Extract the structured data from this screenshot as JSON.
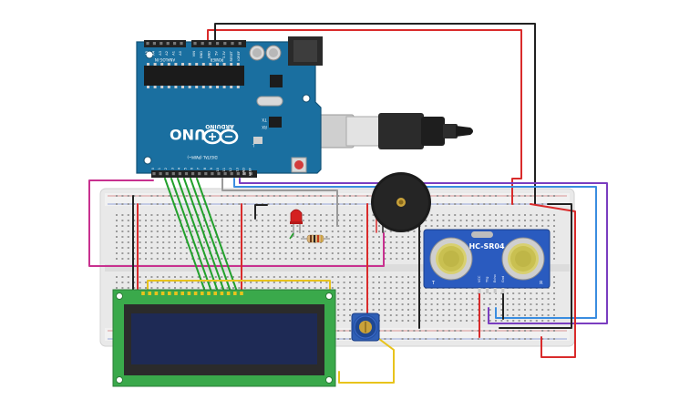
{
  "arduino": {
    "model": "UNO",
    "brand": "ARDUINO",
    "header_analog": "ANALOG IN",
    "header_power": "POWER",
    "header_digital": "DIGITAL (PWM~)",
    "tx_label": "TX",
    "rx_label": "RX",
    "led_label": "L",
    "analog_pins": [
      "A5",
      "A4",
      "A3",
      "A2",
      "A1",
      "A0"
    ],
    "power_pins": [
      "VIN",
      "GND",
      "GND",
      "5V",
      "3.3V",
      "RESET",
      "IOREF"
    ],
    "digital_pins": [
      "0",
      "1",
      "2",
      "3",
      "4",
      "5",
      "6",
      "7",
      "8",
      "9",
      "10",
      "11",
      "12",
      "13",
      "GND",
      "AREF"
    ]
  },
  "sensor": {
    "model": "HC-SR04",
    "pins": [
      "VCC",
      "Trig",
      "Echo",
      "Gnd"
    ],
    "t_label": "T",
    "r_label": "R"
  },
  "colors": {
    "board_blue": "#1a6fa0",
    "breadboard": "#ececec",
    "lcd_green": "#3aa94b",
    "lcd_screen": "#1e2a55",
    "wire_red": "#d92b2b",
    "wire_black": "#222222",
    "wire_green": "#22a02c",
    "wire_purple": "#7a3dc0",
    "wire_blue": "#3a8de0",
    "wire_magenta": "#c8318f",
    "wire_yellow": "#e8c31c",
    "wire_gray": "#9a9a9a"
  }
}
